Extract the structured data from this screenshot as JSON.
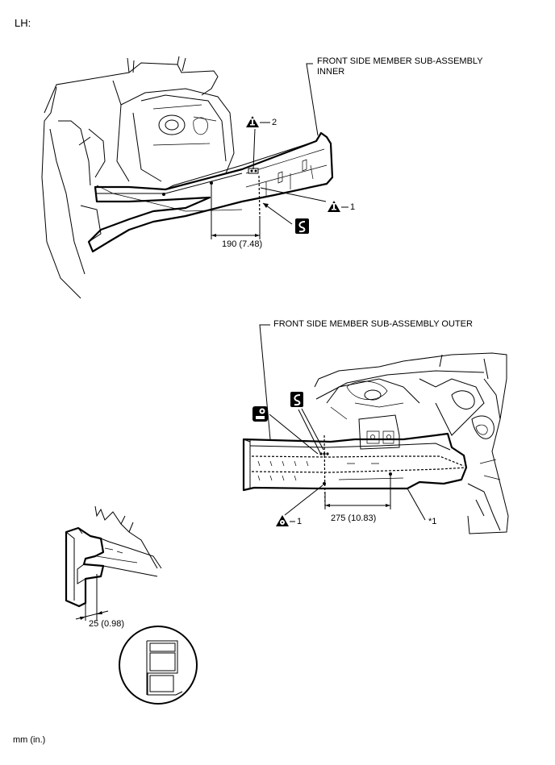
{
  "side_label": "LH:",
  "top_view": {
    "part_label": "FRONT SIDE MEMBER SUB-ASSEMBLY\nINNER",
    "callout_2": "2",
    "callout_1": "1",
    "dimension": "190 (7.48)"
  },
  "bottom_view": {
    "part_label": "FRONT SIDE MEMBER SUB-ASSEMBLY OUTER",
    "callout_1": "1",
    "dimension": "275 (10.83)",
    "note_ref": "*1"
  },
  "detail_view": {
    "dimension": "25 (0.98)"
  },
  "units": "mm (in.)",
  "icons": [
    "warning-triangle-icon",
    "saw-cut-icon",
    "welding-point-icon",
    "spot-weld-triangle-icon"
  ]
}
